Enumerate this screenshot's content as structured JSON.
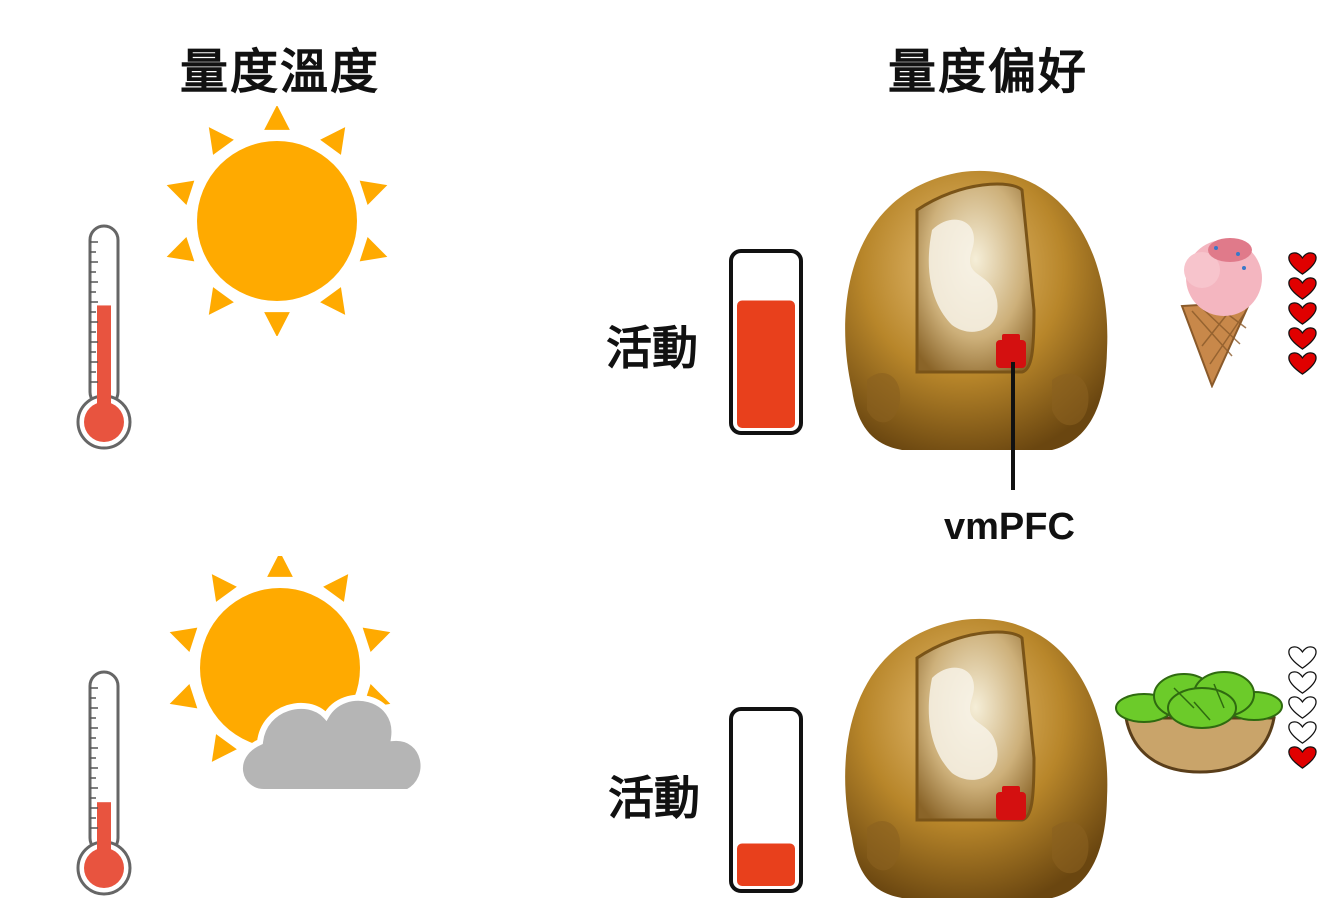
{
  "titles": {
    "left": "量度溫度",
    "right": "量度偏好"
  },
  "activity_label": "活動",
  "region_label": "vmPFC",
  "scenes": [
    {
      "weather": "sun-icon",
      "thermometer_level": 0.62,
      "activity_level": 0.75,
      "food": "ice-cream-icon",
      "hearts_filled": 5,
      "hearts_total": 5
    },
    {
      "weather": "sun-behind-cloud-icon",
      "thermometer_level": 0.35,
      "activity_level": 0.25,
      "food": "salad-bowl-icon",
      "hearts_filled": 1,
      "hearts_total": 5
    }
  ],
  "colors": {
    "sun": "#FFAA00",
    "cloud": "#B5B5B5",
    "thermometer_fill": "#E8543F",
    "activity_fill": "#E8401C",
    "brain_gold": "#B8862A",
    "vmpfc": "#D41010",
    "heart": "#E00000"
  }
}
